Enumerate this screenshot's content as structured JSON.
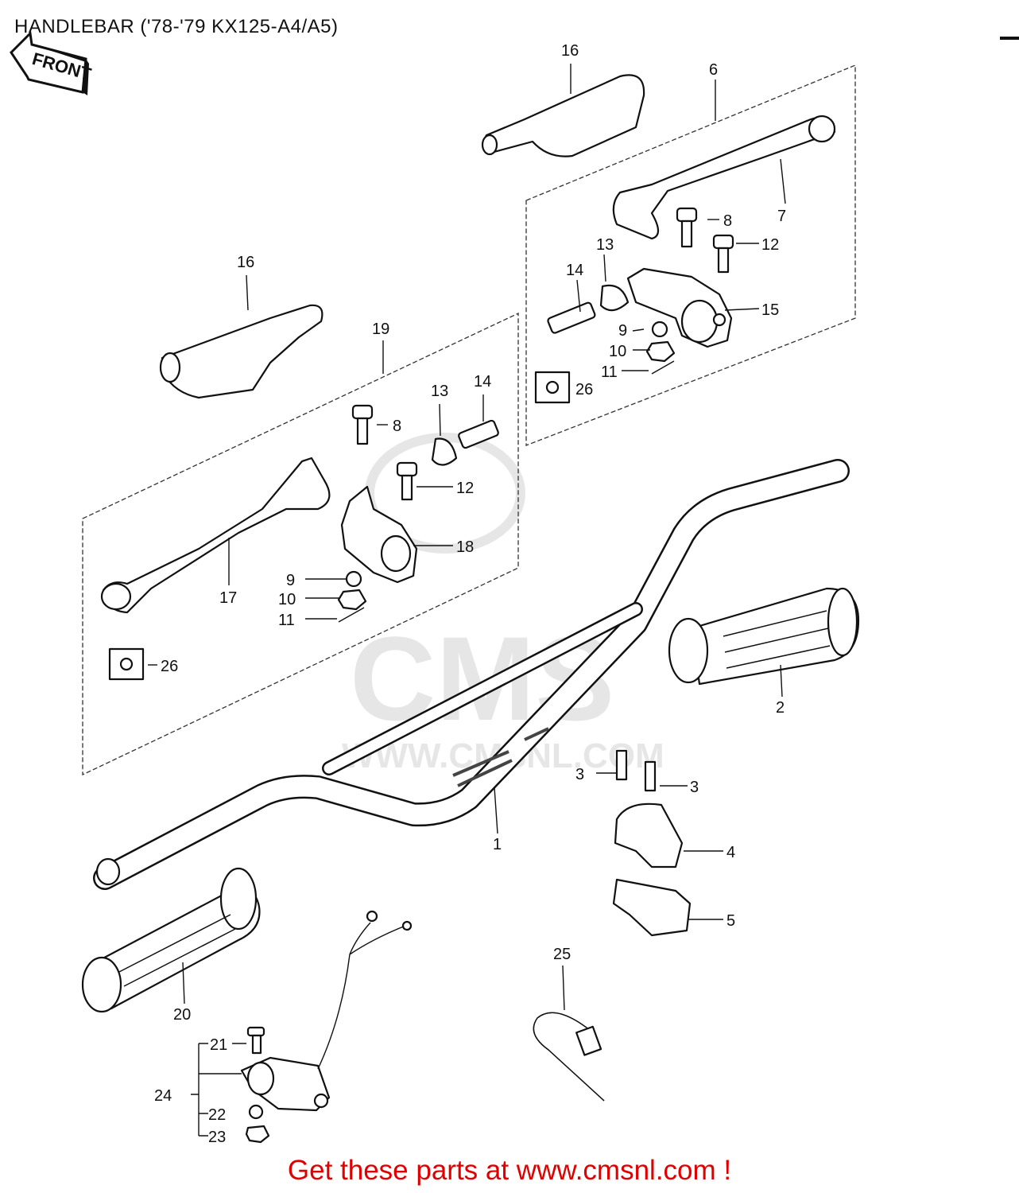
{
  "title": "HANDLEBAR ('78-'79 KX125-A4/A5)",
  "front_label": "FRONT",
  "watermark": {
    "logo": "CMS",
    "url": "WWW.CMSNL.COM"
  },
  "footer": "Get these parts at www.cmsnl.com !",
  "callouts": [
    {
      "id": "c16a",
      "label": "16"
    },
    {
      "id": "c6",
      "label": "6"
    },
    {
      "id": "c8a",
      "label": "8"
    },
    {
      "id": "c7",
      "label": "7"
    },
    {
      "id": "c13a",
      "label": "13"
    },
    {
      "id": "c12a",
      "label": "12"
    },
    {
      "id": "c14a",
      "label": "14"
    },
    {
      "id": "c15",
      "label": "15"
    },
    {
      "id": "c9a",
      "label": "9"
    },
    {
      "id": "c10a",
      "label": "10"
    },
    {
      "id": "c11a",
      "label": "11"
    },
    {
      "id": "c26a",
      "label": "26"
    },
    {
      "id": "c16b",
      "label": "16"
    },
    {
      "id": "c19",
      "label": "19"
    },
    {
      "id": "c8b",
      "label": "8"
    },
    {
      "id": "c13b",
      "label": "13"
    },
    {
      "id": "c14b",
      "label": "14"
    },
    {
      "id": "c12b",
      "label": "12"
    },
    {
      "id": "c18",
      "label": "18"
    },
    {
      "id": "c17",
      "label": "17"
    },
    {
      "id": "c9b",
      "label": "9"
    },
    {
      "id": "c10b",
      "label": "10"
    },
    {
      "id": "c11b",
      "label": "11"
    },
    {
      "id": "c26b",
      "label": "26"
    },
    {
      "id": "c2",
      "label": "2"
    },
    {
      "id": "c3a",
      "label": "3"
    },
    {
      "id": "c3b",
      "label": "3"
    },
    {
      "id": "c1",
      "label": "1"
    },
    {
      "id": "c4",
      "label": "4"
    },
    {
      "id": "c5",
      "label": "5"
    },
    {
      "id": "c25",
      "label": "25"
    },
    {
      "id": "c20",
      "label": "20"
    },
    {
      "id": "c21",
      "label": "21"
    },
    {
      "id": "c24",
      "label": "24"
    },
    {
      "id": "c22",
      "label": "22"
    },
    {
      "id": "c23",
      "label": "23"
    }
  ]
}
